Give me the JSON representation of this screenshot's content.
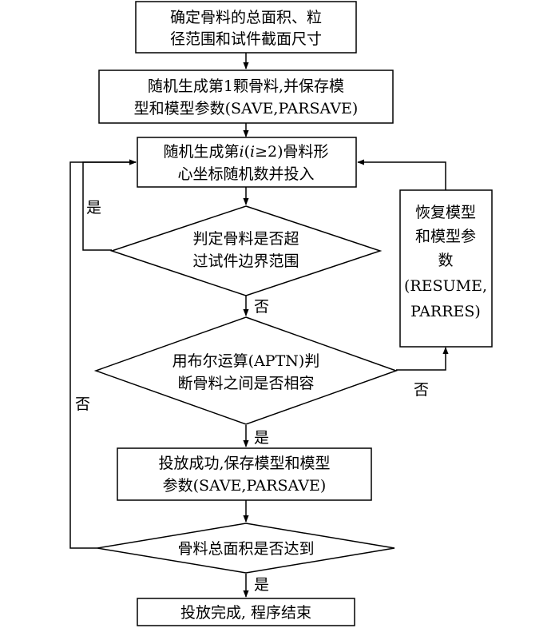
{
  "nodes": {
    "start": {
      "lines": [
        "确定骨料的总面积、粒",
        "径范围和试件截面尺寸"
      ]
    },
    "first": {
      "lines": [
        "随机生成第1颗骨料,并保存模",
        "型和模型参数(SAVE,PARSAVE)"
      ]
    },
    "generate": {
      "lines": [
        "随机生成第",
        "心坐标随机数并投入"
      ],
      "italic_i": "i",
      "mid": "(",
      "italic_i2": "i",
      "rest": "≥2)骨料形"
    },
    "boundary": {
      "lines": [
        "判定骨料是否超",
        "过试件边界范围"
      ]
    },
    "compat": {
      "lines": [
        "用布尔运算(APTN)判",
        "断骨料之间是否相容"
      ]
    },
    "restore": {
      "lines": [
        "恢复模型",
        "和模型参",
        "数",
        "(RESUME,",
        "PARRES)"
      ]
    },
    "success": {
      "lines": [
        "投放成功,保存模型和模型",
        "参数(SAVE,PARSAVE)"
      ]
    },
    "area_check": {
      "lines": [
        "骨料总面积是否达到"
      ]
    },
    "finish": {
      "lines": [
        "投放完成, 程序结束"
      ]
    }
  },
  "edge_labels": {
    "boundary_yes": "是",
    "boundary_no": "否",
    "compat_yes": "是",
    "compat_no": "否",
    "area_no": "否",
    "area_yes": "是"
  }
}
